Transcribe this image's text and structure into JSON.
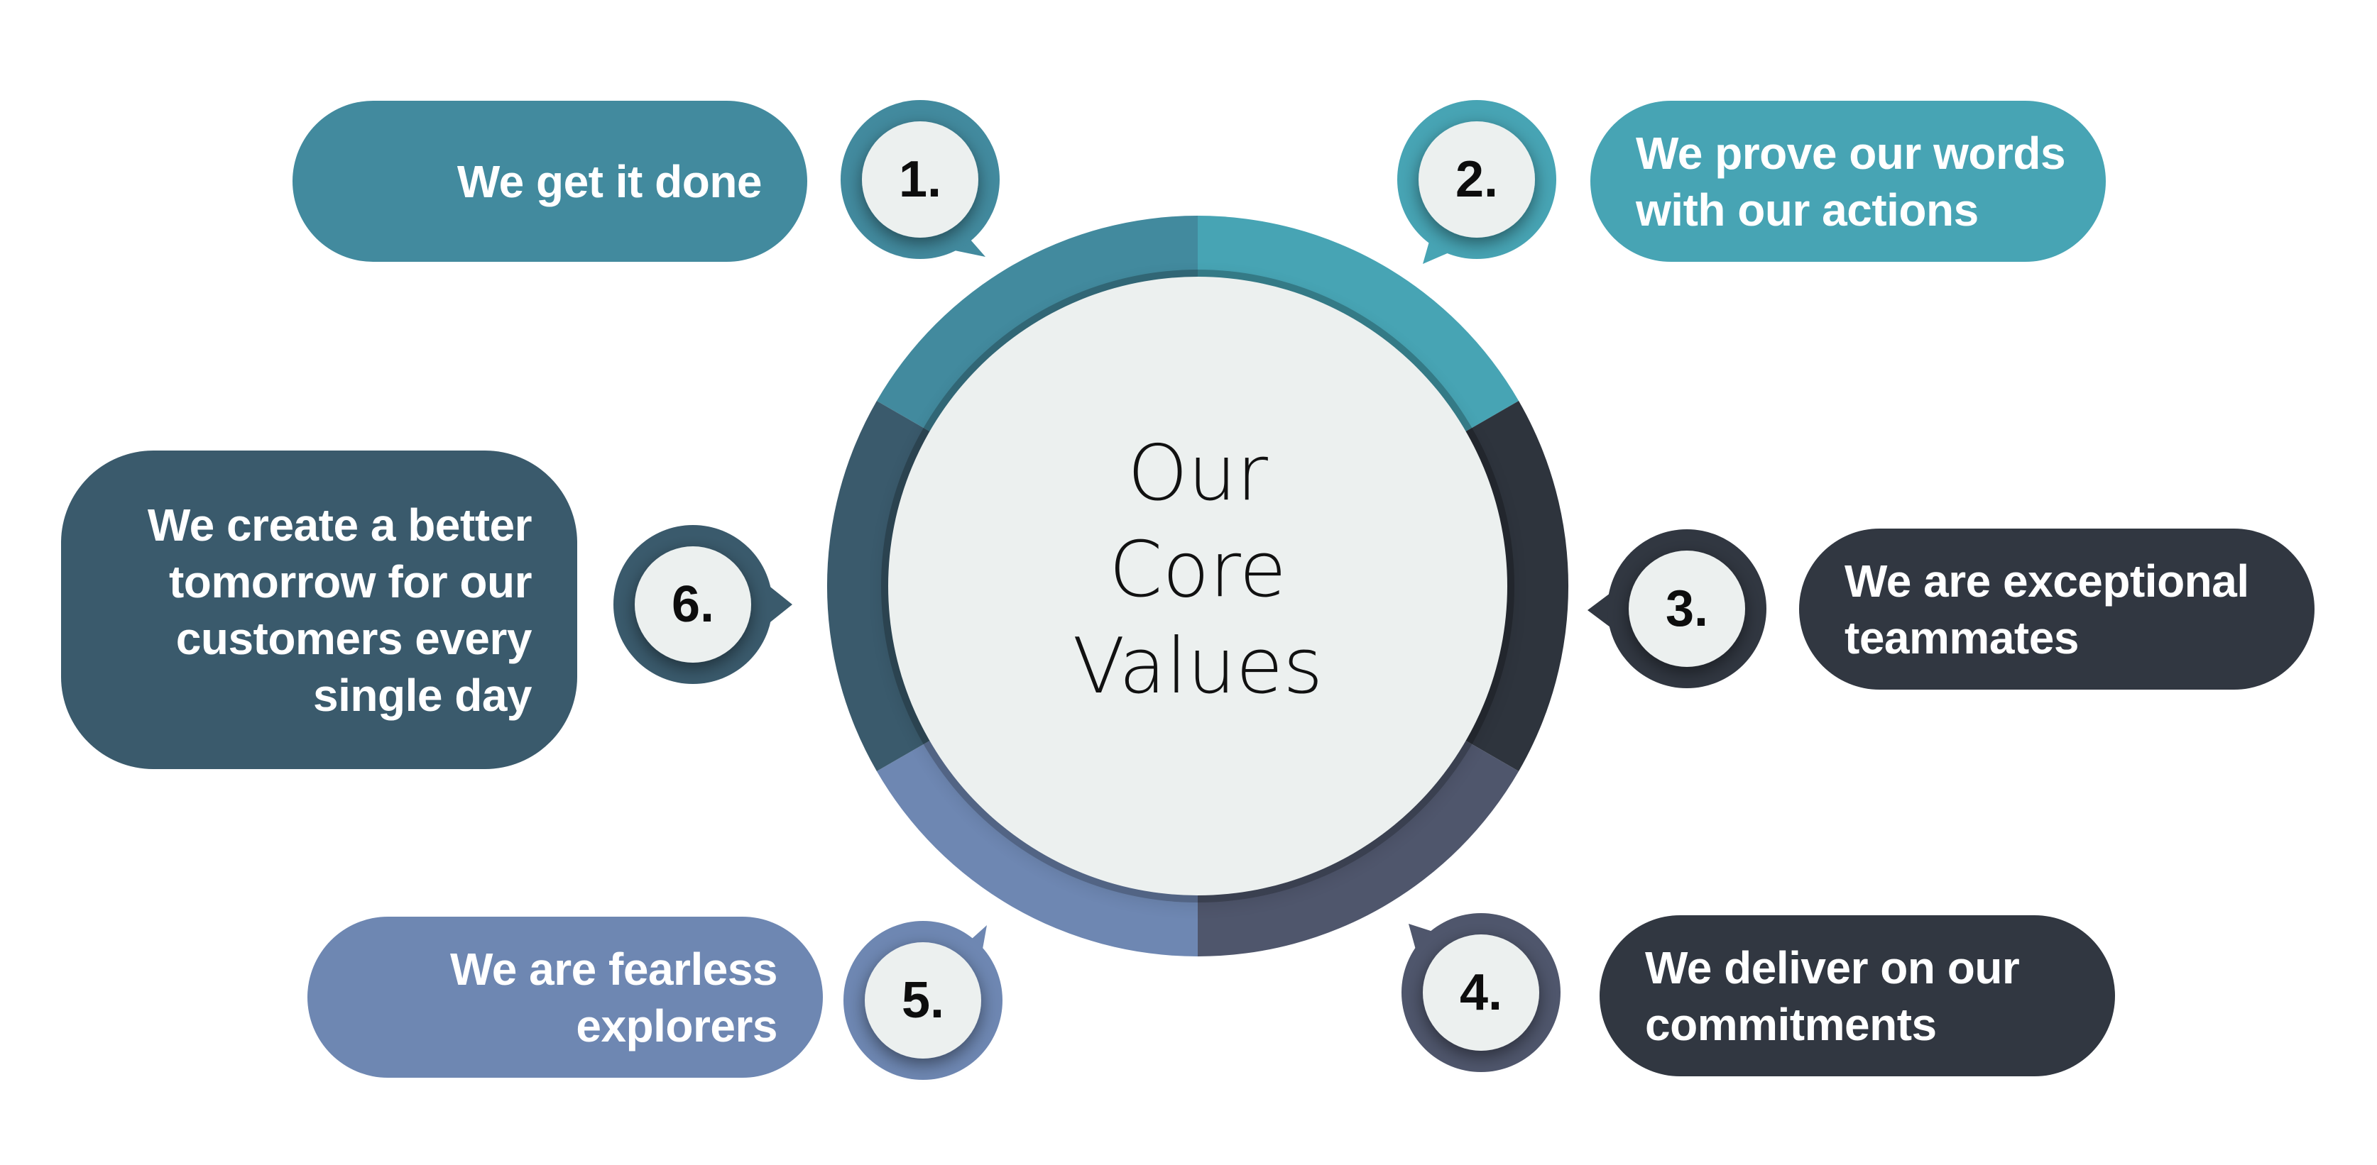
{
  "diagram": {
    "title_lines": [
      "Our",
      "Core",
      "Values"
    ],
    "colors": {
      "background": "#ffffff",
      "center_fill": "#ecf0ef",
      "badge_fill": "#ecf0ef",
      "text_dark": "#0d0d0d",
      "text_light": "#ffffff"
    },
    "values": [
      {
        "number": "1.",
        "text_lines": [
          "We get it done"
        ],
        "color": "#428a9e"
      },
      {
        "number": "2.",
        "text_lines": [
          "We prove our words",
          "with our actions"
        ],
        "color": "#47a4b4"
      },
      {
        "number": "3.",
        "text_lines": [
          "We are exceptional",
          "teammates"
        ],
        "color": "#313741"
      },
      {
        "number": "4.",
        "text_lines": [
          "We deliver on our",
          "commitments"
        ],
        "color": "#313741",
        "badge_color": "#4f566c"
      },
      {
        "number": "5.",
        "text_lines": [
          "We are fearless",
          "explorers"
        ],
        "color": "#6e87b2"
      },
      {
        "number": "6.",
        "text_lines": [
          "We create a better",
          "tomorrow for our",
          "customers every",
          "single day"
        ],
        "color": "#3a5a6c"
      }
    ],
    "ring_segments": [
      {
        "name": "segment-1",
        "color": "#428a9e"
      },
      {
        "name": "segment-2",
        "color": "#47a4b4"
      },
      {
        "name": "segment-3",
        "color": "#2e343d"
      },
      {
        "name": "segment-4",
        "color": "#4f566c"
      },
      {
        "name": "segment-5",
        "color": "#6e87b2"
      },
      {
        "name": "segment-6",
        "color": "#3a5a6c"
      }
    ]
  }
}
